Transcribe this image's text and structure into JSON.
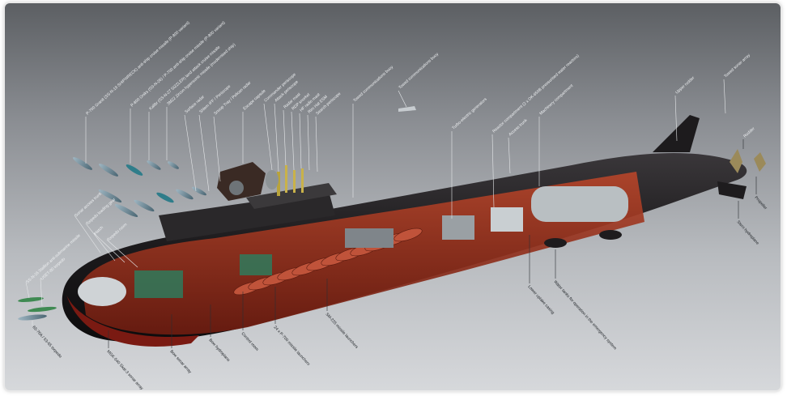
{
  "colors": {
    "background_top": "#5c5f63",
    "background_bottom": "#d6d8db",
    "hull": "#1f1d1f",
    "hull_interior": "#8a2a1a",
    "weapon_teal": "#2f7d8a"
  },
  "labels": {
    "top": [
      {
        "id": "l1",
        "text": "P-700 Granit (SS-N-19 SHIPWRECK) anti-ship cruise missile (P-800 variant)"
      },
      {
        "id": "l2",
        "text": "P-800 Oniks (SS-N-26) / P-700 anti-ship cruise missile (P-800 variant)"
      },
      {
        "id": "l3",
        "text": "Kalibr (SS-N-27 SIZZLER) land attack cruise missile"
      },
      {
        "id": "l4",
        "text": "3M22 Zircon hypersonic missile (modernised ship)"
      },
      {
        "id": "l5",
        "text": "Surface radar"
      },
      {
        "id": "l6",
        "text": "Shlem IFF / Periscope"
      },
      {
        "id": "l7",
        "text": "Snoop Tray / Pelican radar"
      },
      {
        "id": "l8",
        "text": "Escape capsule"
      },
      {
        "id": "l9",
        "text": "Commander periscope"
      },
      {
        "id": "l10",
        "text": "Attack periscope"
      },
      {
        "id": "l11",
        "text": "Radar mast"
      },
      {
        "id": "l12",
        "text": "RDP snorkel"
      },
      {
        "id": "l13",
        "text": "HF radio mast"
      },
      {
        "id": "l14",
        "text": "Rim Hat ESM"
      },
      {
        "id": "l15",
        "text": "Search periscope"
      },
      {
        "id": "l16",
        "text": "Towed communications buoy"
      },
      {
        "id": "l17",
        "text": "Towed communications buoy"
      },
      {
        "id": "l18",
        "text": "Turbo-electric generators"
      },
      {
        "id": "l19",
        "text": "Reactor compartment (2 x OK-650B pressurised water reactors)"
      },
      {
        "id": "l20",
        "text": "Access trunk"
      },
      {
        "id": "l21",
        "text": "Machinery compartment"
      },
      {
        "id": "l22",
        "text": "Upper rudder"
      },
      {
        "id": "l23",
        "text": "Towed sonar array"
      }
    ],
    "left": [
      {
        "id": "l24",
        "text": "Sonar access trunk"
      },
      {
        "id": "l25",
        "text": "Torpedo loading gear"
      },
      {
        "id": "l26",
        "text": "Hatch"
      },
      {
        "id": "l27",
        "text": "Torpedo room"
      },
      {
        "id": "l28",
        "text": "SS-N-16 Stallion anti-submarine missile"
      },
      {
        "id": "l29",
        "text": "USET-80 torpedo"
      },
      {
        "id": "l30",
        "text": "65-76A / 53-65 torpedo"
      }
    ],
    "bottom": [
      {
        "id": "l31",
        "text": "MGK-540 Skat-3 sonar array"
      },
      {
        "id": "l32",
        "text": "Bow sonar array"
      },
      {
        "id": "l33",
        "text": "Bow hydroplane"
      },
      {
        "id": "l34",
        "text": "Control room"
      },
      {
        "id": "l35",
        "text": "24 x P-700 missile launchers"
      },
      {
        "id": "l36",
        "text": "SM-225 missile launchers"
      },
      {
        "id": "l37",
        "text": "Lower uptake casing"
      },
      {
        "id": "l38",
        "text": "Water tanks for operation in the emergency system"
      },
      {
        "id": "l39",
        "text": "Propeller"
      },
      {
        "id": "l40",
        "text": "Stern hydroplane"
      },
      {
        "id": "l41",
        "text": "Rudder"
      }
    ]
  }
}
